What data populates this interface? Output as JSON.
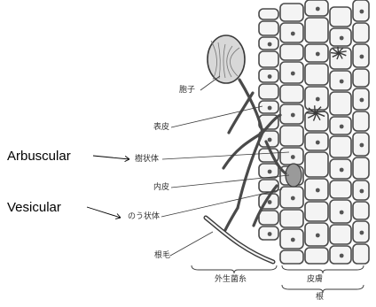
{
  "labels_jp": {
    "spore": "胞子",
    "epidermis": "表皮",
    "arbuscule": "樹状体",
    "endodermis": "内皮",
    "vesicle": "のう状体",
    "root_hair": "根毛",
    "external_hyphae": "外生菌糸",
    "cortex": "皮膚",
    "root": "根"
  },
  "labels_en": {
    "arbuscular": "Arbuscular",
    "vesicular": "Vesicular"
  },
  "colors": {
    "ink": "#3a3a3a",
    "cell_fill": "#f4f4f4",
    "wall": "#4a4a4a",
    "hypha": "#4a4a4a",
    "nucleus": "#555555",
    "english_text": "#000000"
  }
}
